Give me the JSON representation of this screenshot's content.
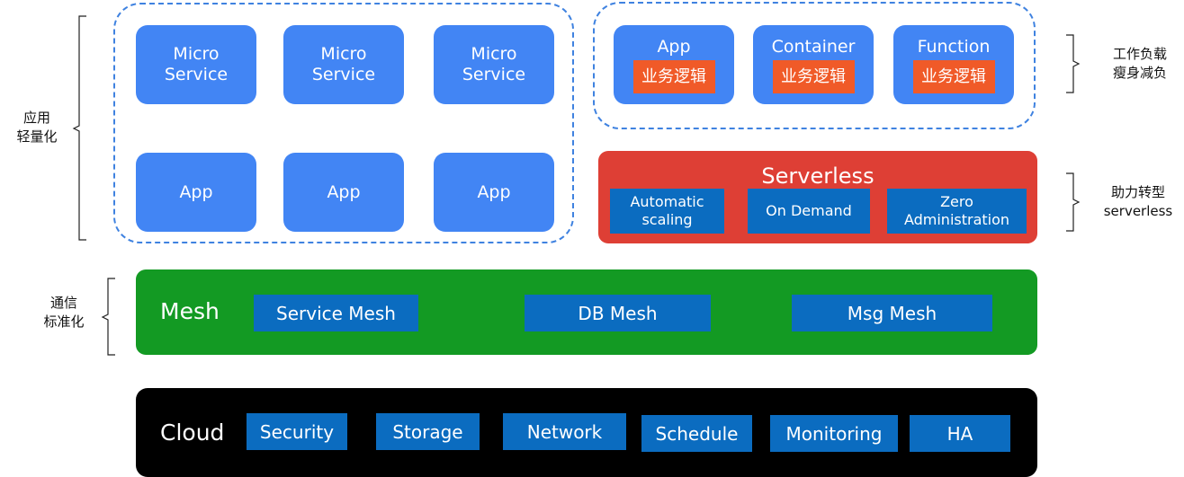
{
  "side_labels": {
    "left_app": [
      "应用",
      "轻量化"
    ],
    "left_mesh": [
      "通信",
      "标准化"
    ],
    "right_workload": [
      "工作负载",
      "瘦身减负"
    ],
    "right_serverless": [
      "助力转型",
      "serverless"
    ]
  },
  "microservices": {
    "tiles": [
      {
        "line1": "Micro",
        "line2": "Service"
      },
      {
        "line1": "Micro",
        "line2": "Service"
      },
      {
        "line1": "Micro",
        "line2": "Service"
      }
    ],
    "apps": [
      "App",
      "App",
      "App"
    ]
  },
  "workloads": [
    {
      "title": "App",
      "tag": "业务逻辑"
    },
    {
      "title": "Container",
      "tag": "业务逻辑"
    },
    {
      "title": "Function",
      "tag": "业务逻辑"
    }
  ],
  "serverless": {
    "title": "Serverless",
    "items": [
      {
        "line1": "Automatic",
        "line2": "scaling"
      },
      {
        "line1": "On Demand",
        "line2": ""
      },
      {
        "line1": "Zero",
        "line2": "Administration"
      }
    ]
  },
  "mesh": {
    "title": "Mesh",
    "items": [
      "Service Mesh",
      "DB Mesh",
      "Msg Mesh"
    ]
  },
  "cloud": {
    "title": "Cloud",
    "items": [
      "Security",
      "Storage",
      "Network",
      "Schedule",
      "Monitoring",
      "HA"
    ]
  },
  "colors": {
    "tile_blue": "#4285f4",
    "tag_orange": "#f05a28",
    "serverless_red": "#de3f35",
    "mesh_green": "#139a23",
    "cloud_black": "#000000",
    "item_navy": "#0b6cc0",
    "dashed_border": "#3f82e0"
  }
}
